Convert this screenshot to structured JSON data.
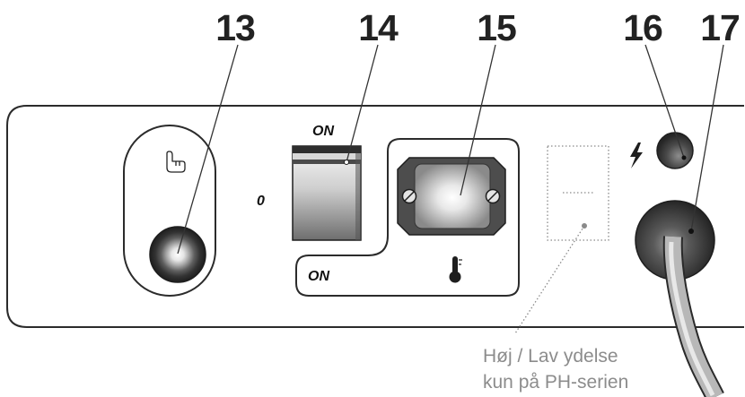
{
  "callouts": {
    "c13": "13",
    "c14": "14",
    "c15": "15",
    "c16": "16",
    "c17": "17"
  },
  "main_switch": {
    "on_label": "ON",
    "off_label": "0"
  },
  "thermal_cutout": {
    "on_label": "ON",
    "icon": "thermometer-icon"
  },
  "push_button": {
    "icon": "hand-pointer-icon"
  },
  "indicator": {
    "icon": "lightning-icon"
  },
  "note": {
    "line1": "Høj / Lav ydelse",
    "line2": "kun på PH-serien"
  },
  "colors": {
    "outline": "#2b2b2b",
    "note_text": "#8c8c8c"
  }
}
